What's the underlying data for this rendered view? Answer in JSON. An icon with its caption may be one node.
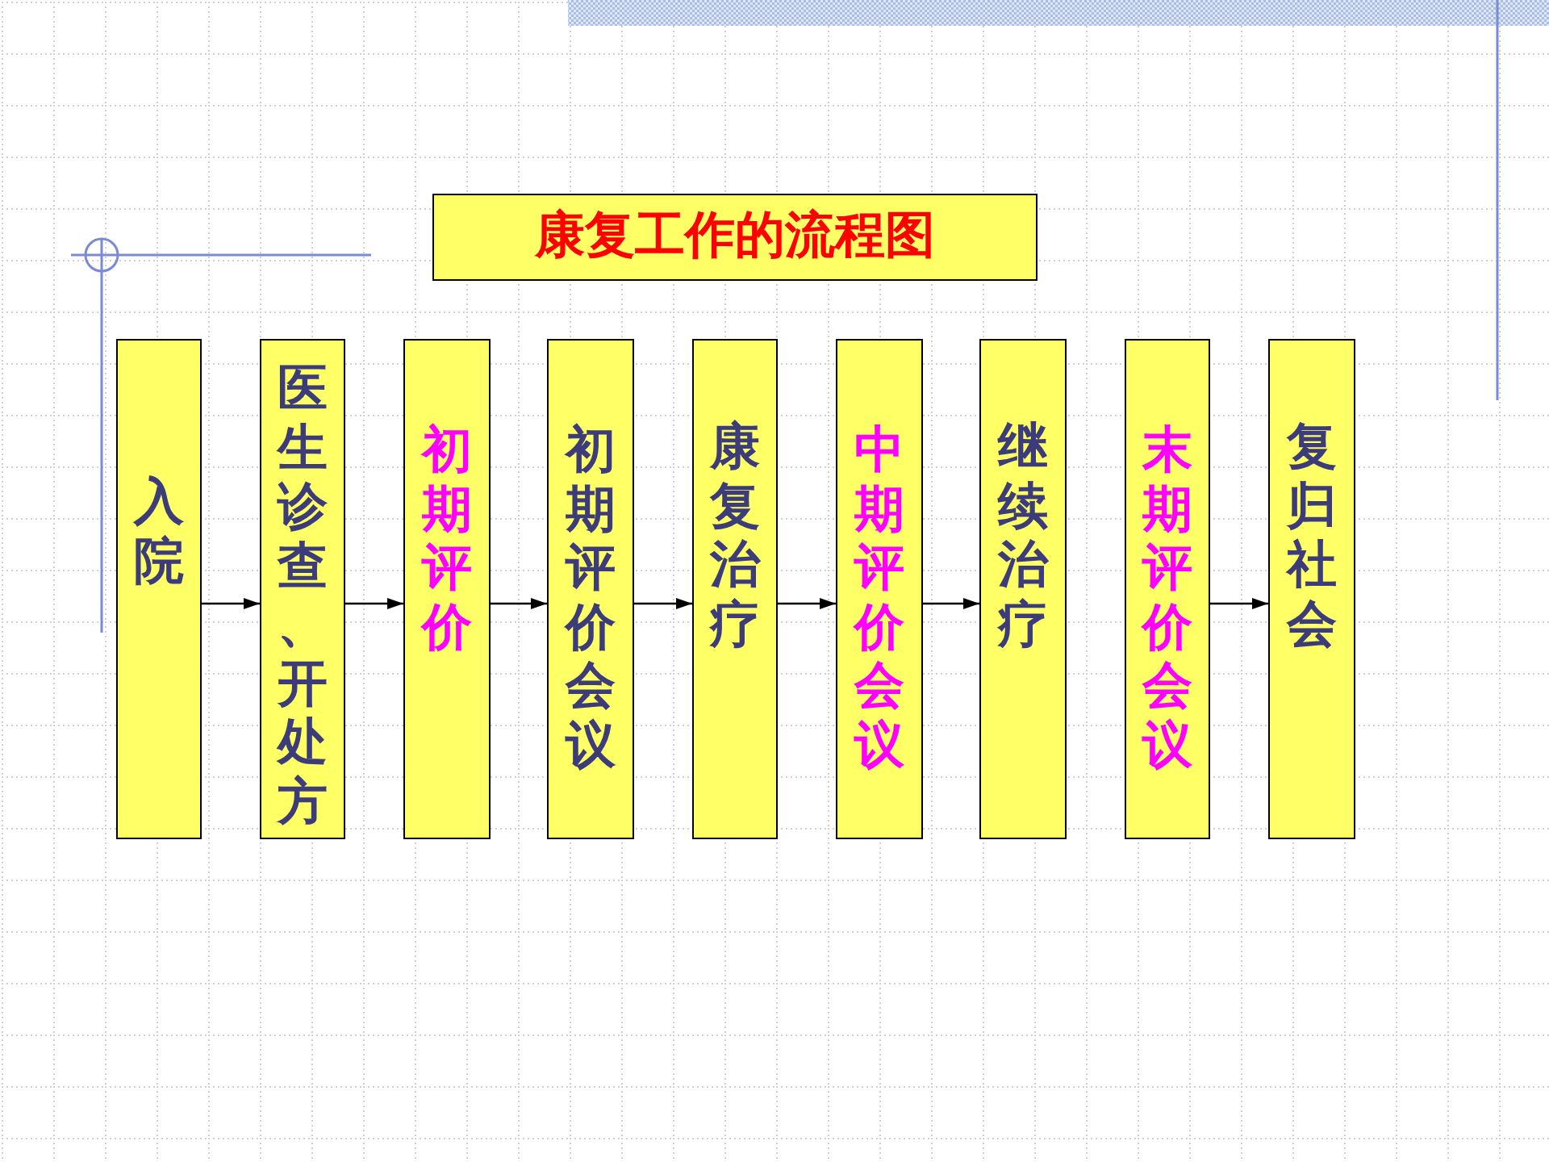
{
  "diagram": {
    "title": "康复工作的流程图",
    "nodes": [
      {
        "text": [
          "入院"
        ]
      },
      {
        "text": [
          "医生诊查、开处方"
        ]
      },
      {
        "text": [
          "初期评价"
        ]
      },
      {
        "text": [
          "初期评价会议"
        ]
      },
      {
        "text": [
          "康复治疗"
        ]
      },
      {
        "text": [
          "中期评价会议"
        ]
      },
      {
        "text": [
          "继续治疗"
        ]
      },
      {
        "text": [
          "末期评价会议"
        ]
      },
      {
        "text": [
          "复归社会"
        ]
      }
    ],
    "edges": [
      {
        "from": 0,
        "to": 1,
        "arrow": "to"
      },
      {
        "from": 1,
        "to": 2,
        "arrow": "to"
      },
      {
        "from": 2,
        "to": 3,
        "arrow": "to"
      },
      {
        "from": 3,
        "to": 4,
        "arrow": "to"
      },
      {
        "from": 4,
        "to": 5,
        "arrow": "to"
      },
      {
        "from": 5,
        "to": 6,
        "arrow": "to"
      },
      {
        "from": 7,
        "to": 8,
        "arrow": "to"
      }
    ]
  }
}
